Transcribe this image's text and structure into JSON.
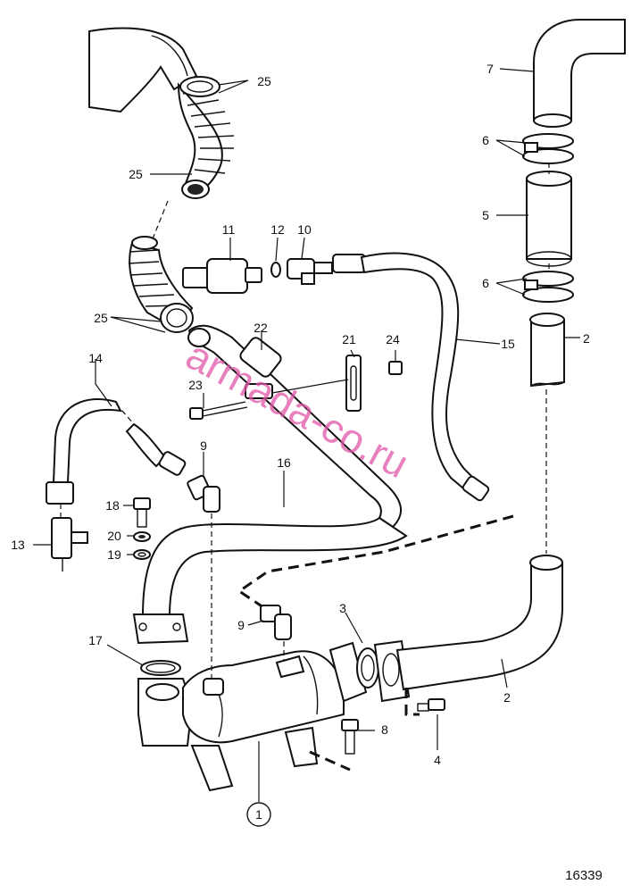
{
  "labels": {
    "p1": "1",
    "p2a": "2",
    "p2b": "2",
    "p3": "3",
    "p4": "4",
    "p5": "5",
    "p6a": "6",
    "p6b": "6",
    "p7": "7",
    "p8": "8",
    "p9a": "9",
    "p9b": "9",
    "p10": "10",
    "p11": "11",
    "p12": "12",
    "p13": "13",
    "p14": "14",
    "p15": "15",
    "p16": "16",
    "p17": "17",
    "p18": "18",
    "p19": "19",
    "p20": "20",
    "p21": "21",
    "p22": "22",
    "p23": "23",
    "p24": "24",
    "p25a": "25",
    "p25b": "25",
    "p25c": "25"
  },
  "watermark": "armada-co.ru",
  "drawing_number": "16339"
}
